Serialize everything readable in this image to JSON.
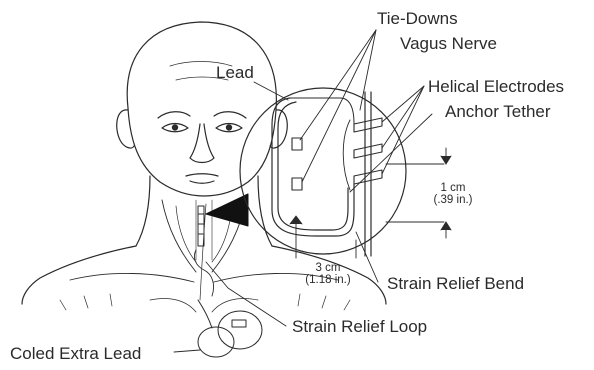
{
  "labels": {
    "tie_downs": "Tie-Downs",
    "vagus_nerve": "Vagus Nerve",
    "lead": "Lead",
    "helical_electrodes": "Helical Electrodes",
    "anchor_tether": "Anchor Tether",
    "strain_relief_bend": "Strain Relief Bend",
    "strain_relief_loop": "Strain Relief Loop",
    "coiled_extra_lead": "Coled Extra Lead"
  },
  "measurements": {
    "electrode_gap_metric": "1 cm",
    "electrode_gap_imperial": "(.39 in.)",
    "bend_length_metric": "3 cm",
    "bend_length_imperial": "(1.18 in.)"
  },
  "colors": {
    "line": "#2b2b2b",
    "label": "#2b2b2b"
  }
}
